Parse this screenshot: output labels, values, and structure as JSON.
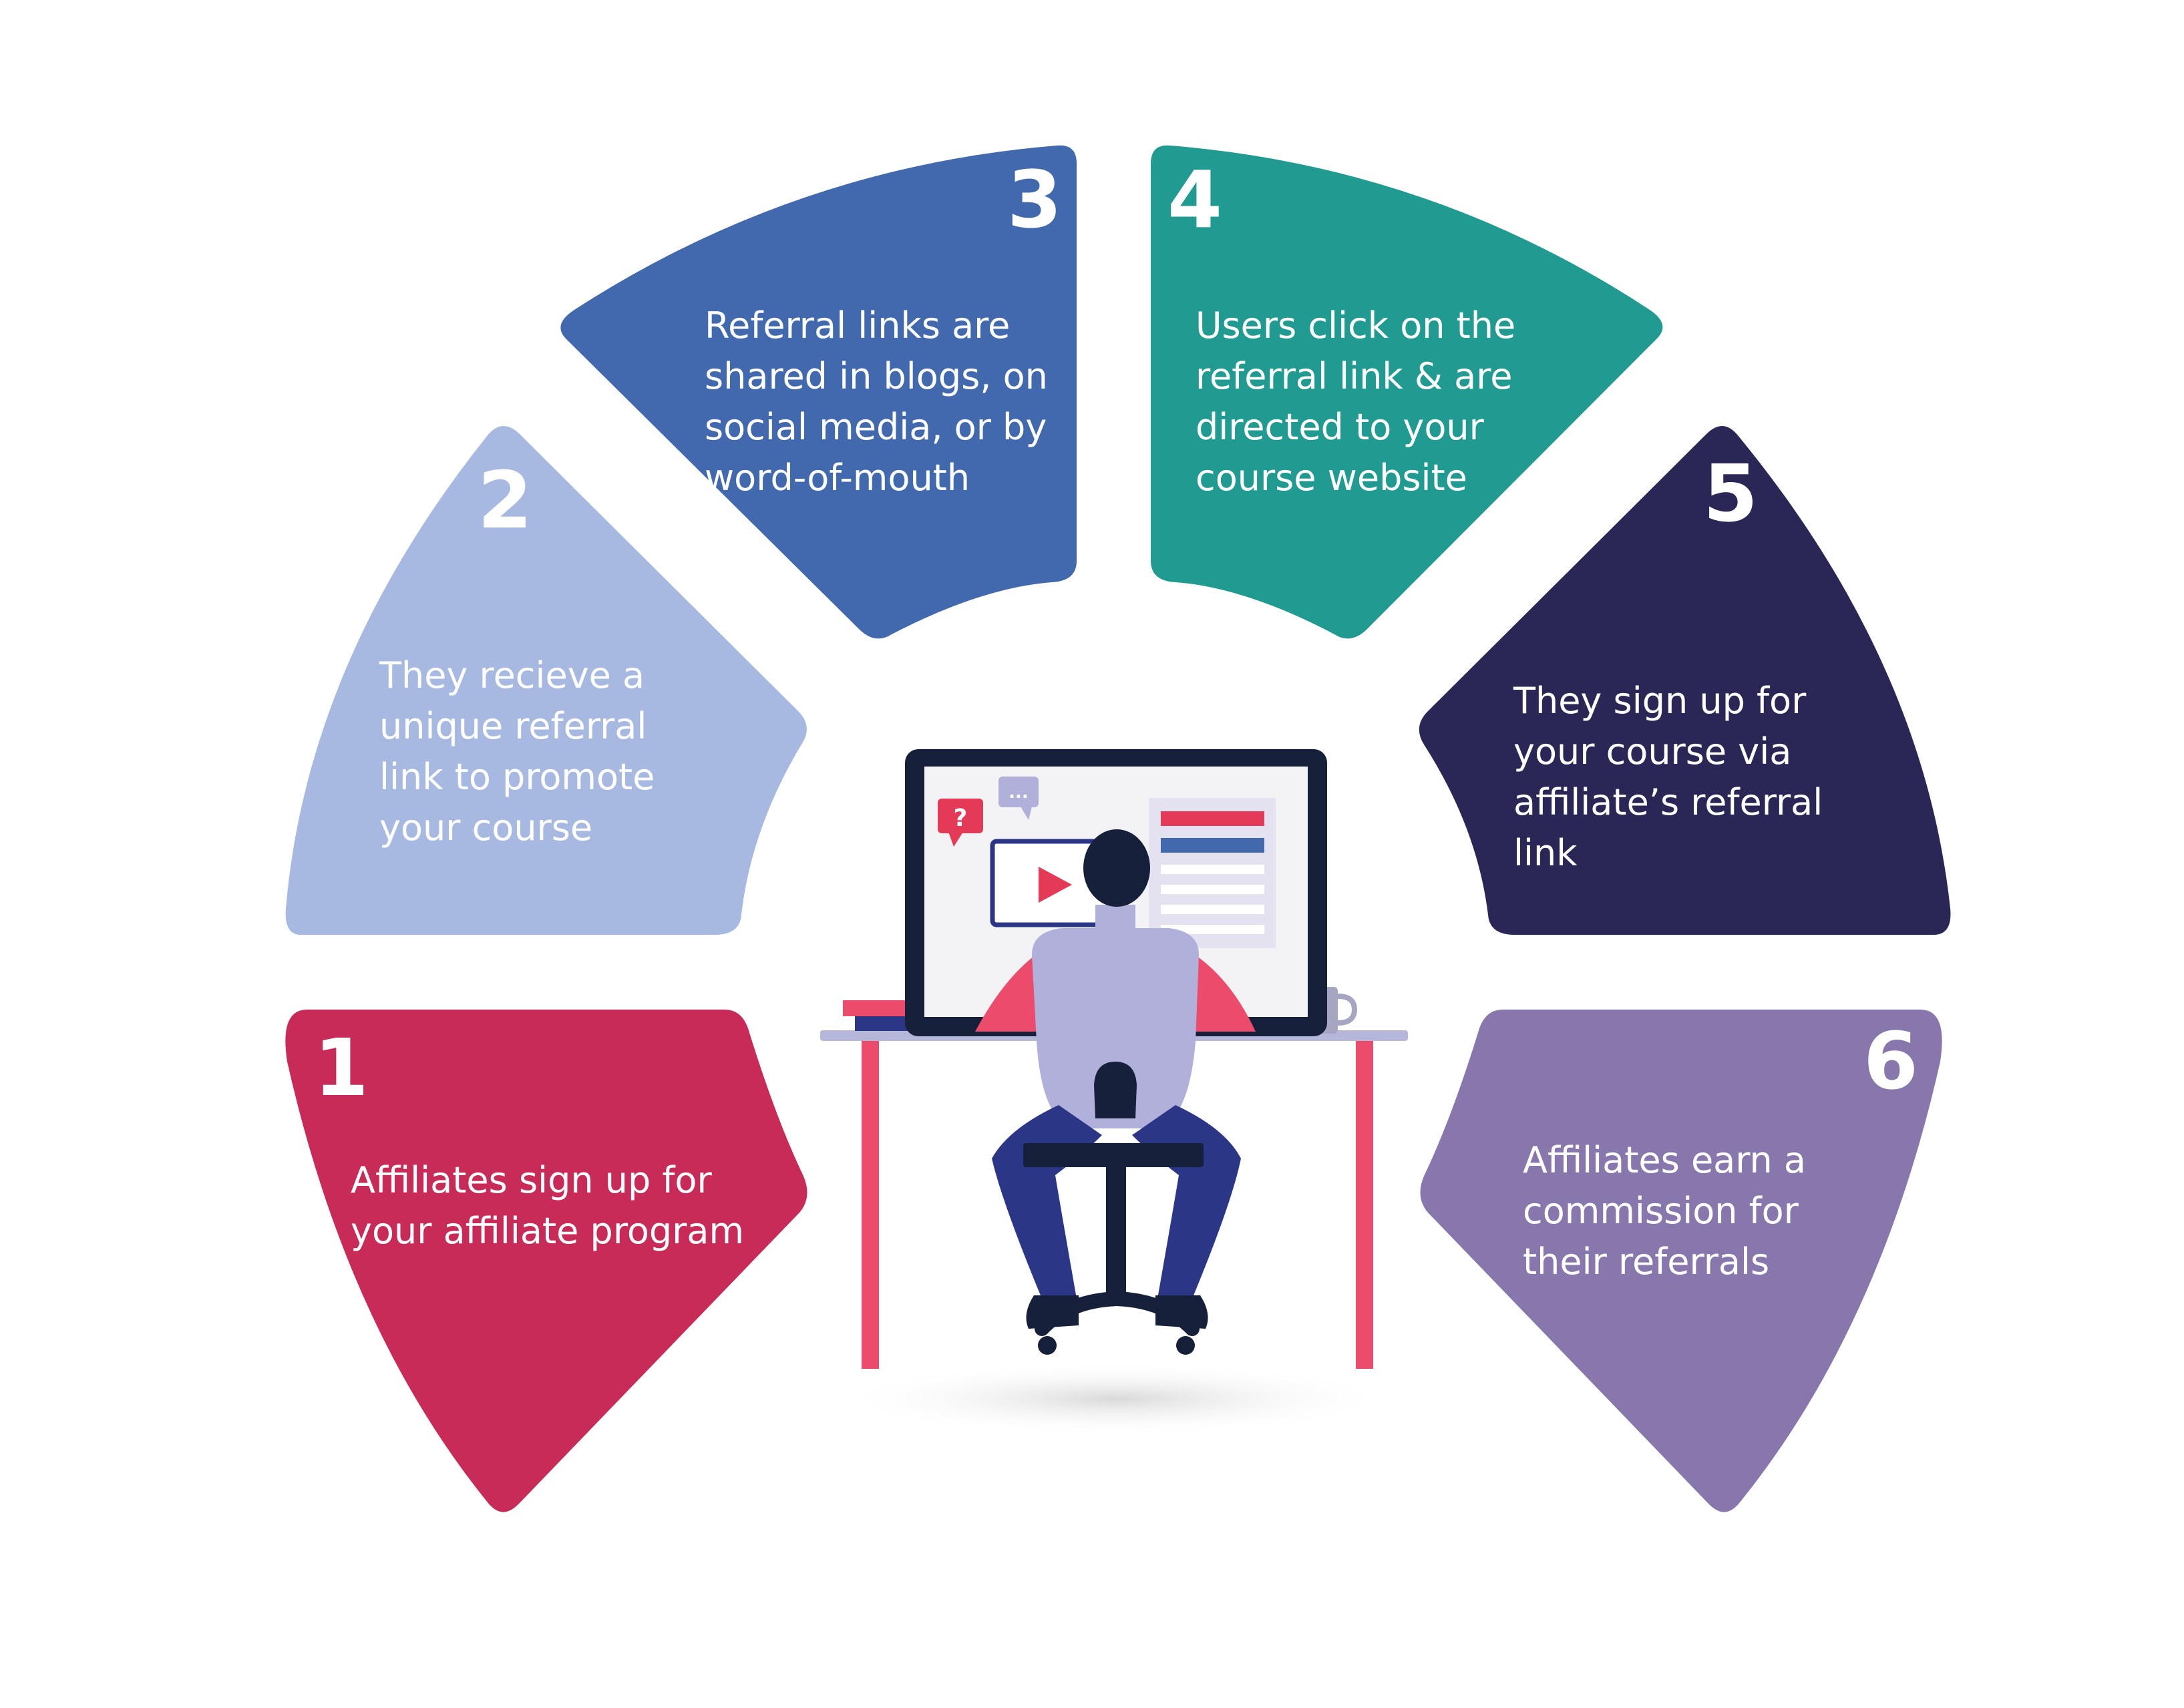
{
  "colors": {
    "seg1": "#c82b57",
    "seg2": "#a7b9e0",
    "seg3": "#4269ad",
    "seg4": "#219b92",
    "seg5": "#2a2656",
    "seg6": "#8877ad",
    "desk_frame": "#ec4b6b",
    "desk_top": "#b6b6da",
    "monitor": "#17203a",
    "person_shirt": "#b1b0da",
    "person_pants": "#2c3687"
  },
  "steps": [
    {
      "number": "1",
      "text": "Affiliates sign up for\nyour affiliate program"
    },
    {
      "number": "2",
      "text": "They recieve a\nunique referral\nlink to promote\nyour course"
    },
    {
      "number": "3",
      "text": "Referral links are\nshared in blogs, on\nsocial media, or by\nword-of-mouth"
    },
    {
      "number": "4",
      "text": "Users click on the\nreferral link & are\ndirected to your\ncourse website"
    },
    {
      "number": "5",
      "text": "They sign up for\nyour course via\naffiliate’s referral\nlink"
    },
    {
      "number": "6",
      "text": "Affiliates earn a\ncommission for\ntheir referrals"
    }
  ],
  "illustration": {
    "question_glyph": "?",
    "chat_glyph": "..."
  }
}
